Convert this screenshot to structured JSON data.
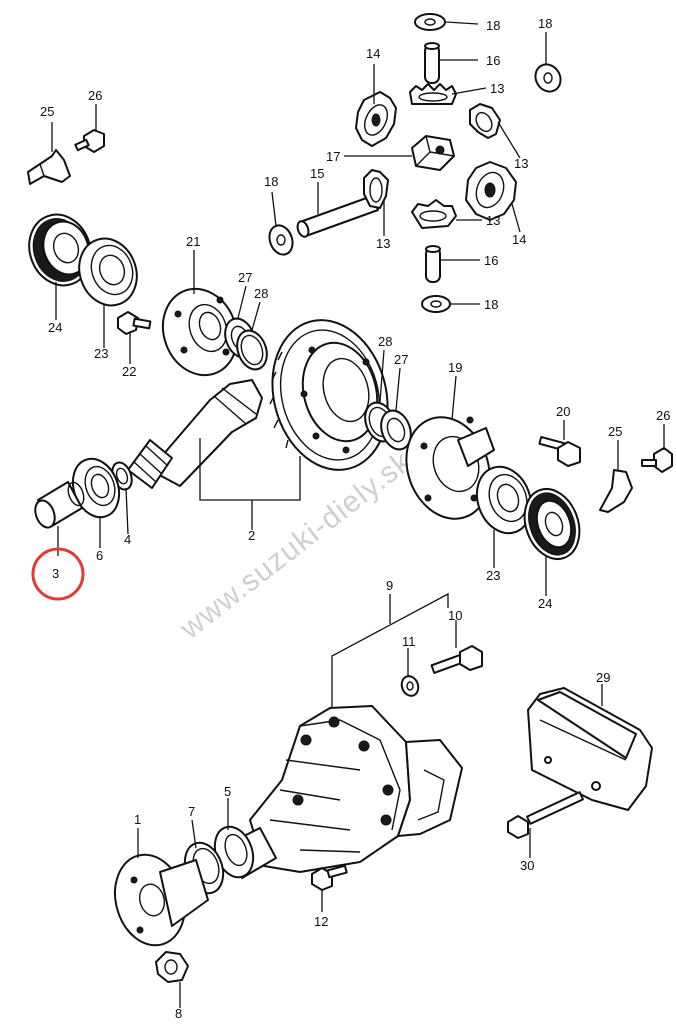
{
  "watermark": "www.suzuki-diely.sk",
  "highlight_color": "#e53935",
  "callouts": {
    "p18a": "18",
    "p16a": "16",
    "p13a": "13",
    "p18b": "18",
    "p14a": "14",
    "p25a": "25",
    "p26a": "26",
    "p13b": "13",
    "p17": "17",
    "p18c": "18",
    "p15": "15",
    "p13c": "13",
    "p13d": "13",
    "p14b": "14",
    "p21": "21",
    "p27a": "27",
    "p28a": "28",
    "p16b": "16",
    "p18d": "18",
    "p24a": "24",
    "p23a": "23",
    "p22": "22",
    "p28b": "28",
    "p27b": "27",
    "p19": "19",
    "p20": "20",
    "p25b": "25",
    "p26b": "26",
    "p6": "6",
    "p4": "4",
    "p2": "2",
    "p3": "3",
    "p23b": "23",
    "p24b": "24",
    "p9": "9",
    "p10": "10",
    "p11": "11",
    "p29": "29",
    "p1": "1",
    "p7": "7",
    "p5": "5",
    "p30": "30",
    "p12": "12",
    "p8": "8"
  }
}
